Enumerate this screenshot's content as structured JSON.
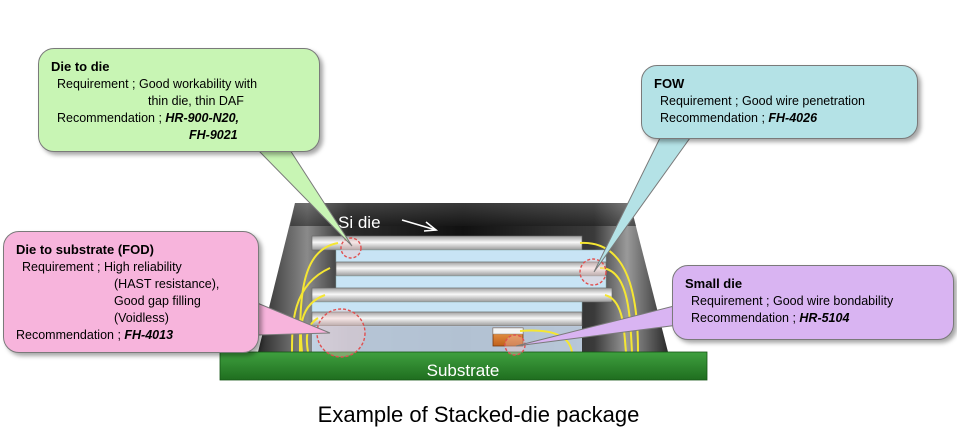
{
  "callouts": {
    "die_to_die": {
      "title": "Die to die",
      "requirement_prefix": "Requirement ; ",
      "requirement_line1": "Good workability with",
      "requirement_line2": "thin die,  thin DAF",
      "recommendation_prefix": "Recommendation ; ",
      "recommendation_line1": "HR-900-N20,",
      "recommendation_line2": "FH-9021",
      "fill": "#c8f5b4"
    },
    "fow": {
      "title": "FOW",
      "requirement_prefix": "Requirement ; ",
      "requirement": "Good wire penetration",
      "recommendation_prefix": "Recommendation ; ",
      "recommendation": "FH-4026",
      "fill": "#b4e2e6"
    },
    "die_to_substrate": {
      "title": "Die to substrate (FOD)",
      "requirement_prefix": "Requirement ; ",
      "requirement_line1": "High reliability",
      "requirement_line2": "(HAST resistance),",
      "requirement_line3": "Good gap filling",
      "requirement_line4": "(Voidless)",
      "recommendation_prefix": "Recommendation ; ",
      "recommendation": "FH-4013",
      "fill": "#f7b4dc"
    },
    "small_die": {
      "title": "Small die",
      "requirement_prefix": "Requirement ; ",
      "requirement": "Good wire bondability",
      "recommendation_prefix": "Recommendation ; ",
      "recommendation": "HR-5104",
      "fill": "#d9b4f2"
    }
  },
  "labels": {
    "si_die": "Si die",
    "substrate": "Substrate"
  },
  "caption": "Example of Stacked-die package",
  "colors": {
    "substrate": "#2e8b2e",
    "mold": "#1a1a1a",
    "die_gray": "#c8c8c8",
    "die_light": "#f2f2f2",
    "daf_blue": "#c8e4f5",
    "wire": "#f5e632",
    "marker": "#e05050",
    "small_die": "#e07a1e"
  }
}
